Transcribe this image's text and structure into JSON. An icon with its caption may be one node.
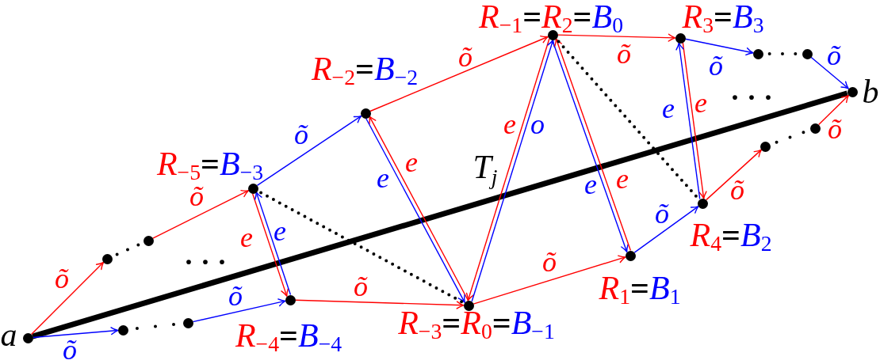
{
  "diagram": {
    "nodes": [
      {
        "text": [],
        "shape": "circle",
        "beside": [
          "a"
        ]
      },
      {
        "text": [],
        "shape": "circle"
      },
      {
        "text": [],
        "shape": "circle"
      },
      {
        "text": [],
        "shape": "circle"
      },
      {
        "text": [],
        "shape": "circle"
      },
      {
        "text": [],
        "shape": "circle",
        "beside": [
          "R$_{−5}$=B$_{−3}$"
        ]
      },
      {
        "text": [],
        "shape": "circle",
        "beside": [
          "R$_{−4}$=B$_{−4}$"
        ]
      },
      {
        "text": [],
        "shape": "circle",
        "beside": [
          "R$_{−2}$=B$_{−2}$"
        ]
      },
      {
        "text": [],
        "shape": "circle",
        "beside": [
          "R$_{−3}$=R$_{0}$=B$_{−1}$"
        ]
      },
      {
        "text": [],
        "shape": "circle",
        "beside": [
          "R$_{−1}$=R$_{2}$=B$_{0}$"
        ]
      },
      {
        "text": [],
        "shape": "circle",
        "beside": [
          "R$_{1}$=B$_{1}$"
        ]
      },
      {
        "text": [],
        "shape": "circle",
        "beside": [
          "R$_{3}$=B$_{3}$"
        ]
      },
      {
        "text": [],
        "shape": "circle",
        "beside": [
          "R$_{4}$=B$_{2}$"
        ]
      },
      {
        "text": [],
        "shape": "circle"
      },
      {
        "text": [],
        "shape": "circle"
      },
      {
        "text": [],
        "shape": "circle"
      },
      {
        "text": [],
        "shape": "circle"
      },
      {
        "text": [],
        "shape": "circle",
        "beside": [
          "b"
        ]
      }
    ],
    "edges": [
      {
        "from": 0,
        "to": 17,
        "arrow": "none",
        "style": "thick",
        "color": "#000000",
        "label": "T$_{j}$"
      },
      {
        "from": 0,
        "to": 1,
        "arrow": "to",
        "color": "#ff0000",
        "label": "õ"
      },
      {
        "from": 1,
        "to": 3,
        "arrow": "none",
        "style": "dashed",
        "color": "#000000"
      },
      {
        "from": 3,
        "to": 5,
        "arrow": "to",
        "color": "#ff0000",
        "label": "õ"
      },
      {
        "from": 0,
        "to": 2,
        "arrow": "to",
        "color": "#0000ff",
        "label": "õ"
      },
      {
        "from": 2,
        "to": 4,
        "arrow": "none",
        "style": "dashed",
        "color": "#000000"
      },
      {
        "from": 4,
        "to": 6,
        "arrow": "to",
        "color": "#0000ff",
        "label": "õ"
      },
      {
        "from": 5,
        "to": 6,
        "arrow": "to",
        "color": "#ff0000",
        "label": "e"
      },
      {
        "from": 6,
        "to": 5,
        "arrow": "to",
        "color": "#0000ff",
        "label": "e"
      },
      {
        "from": 6,
        "to": 8,
        "arrow": "to",
        "color": "#ff0000",
        "label": "õ"
      },
      {
        "from": 5,
        "to": 7,
        "arrow": "to",
        "color": "#0000ff",
        "label": "õ"
      },
      {
        "from": 8,
        "to": 7,
        "arrow": "to",
        "color": "#ff0000",
        "label": "e"
      },
      {
        "from": 7,
        "to": 8,
        "arrow": "to",
        "color": "#0000ff",
        "label": "e"
      },
      {
        "from": 7,
        "to": 9,
        "arrow": "to",
        "color": "#ff0000",
        "label": "õ"
      },
      {
        "from": 9,
        "to": 8,
        "arrow": "to",
        "color": "#ff0000",
        "label": "e"
      },
      {
        "from": 8,
        "to": 9,
        "arrow": "to",
        "color": "#0000ff",
        "label": "o"
      },
      {
        "from": 5,
        "to": 8,
        "arrow": "none",
        "style": "dashed",
        "color": "#000000"
      },
      {
        "from": 8,
        "to": 10,
        "arrow": "to",
        "color": "#ff0000",
        "label": "õ"
      },
      {
        "from": 9,
        "to": 10,
        "arrow": "to",
        "color": "#0000ff",
        "label": "e"
      },
      {
        "from": 10,
        "to": 9,
        "arrow": "to",
        "color": "#ff0000",
        "label": "e"
      },
      {
        "from": 9,
        "to": 11,
        "arrow": "to",
        "color": "#ff0000",
        "label": "õ"
      },
      {
        "from": 9,
        "to": 12,
        "arrow": "none",
        "style": "dashed",
        "color": "#000000"
      },
      {
        "from": 10,
        "to": 12,
        "arrow": "to",
        "color": "#0000ff",
        "label": "õ"
      },
      {
        "from": 11,
        "to": 12,
        "arrow": "to",
        "color": "#ff0000",
        "label": "e"
      },
      {
        "from": 12,
        "to": 11,
        "arrow": "to",
        "color": "#0000ff",
        "label": "e"
      },
      {
        "from": 11,
        "to": 13,
        "arrow": "to",
        "color": "#0000ff",
        "label": "õ"
      },
      {
        "from": 13,
        "to": 15,
        "arrow": "none",
        "style": "dashed",
        "color": "#000000"
      },
      {
        "from": 15,
        "to": 17,
        "arrow": "to",
        "color": "#0000ff",
        "label": "õ"
      },
      {
        "from": 12,
        "to": 14,
        "arrow": "to",
        "color": "#ff0000",
        "label": "õ"
      },
      {
        "from": 14,
        "to": 16,
        "arrow": "none",
        "style": "dashed",
        "color": "#000000"
      },
      {
        "from": 16,
        "to": 17,
        "arrow": "to",
        "color": "#ff0000",
        "label": "õ"
      }
    ],
    "labels": [
      "· · ·",
      "· · ·"
    ]
  }
}
